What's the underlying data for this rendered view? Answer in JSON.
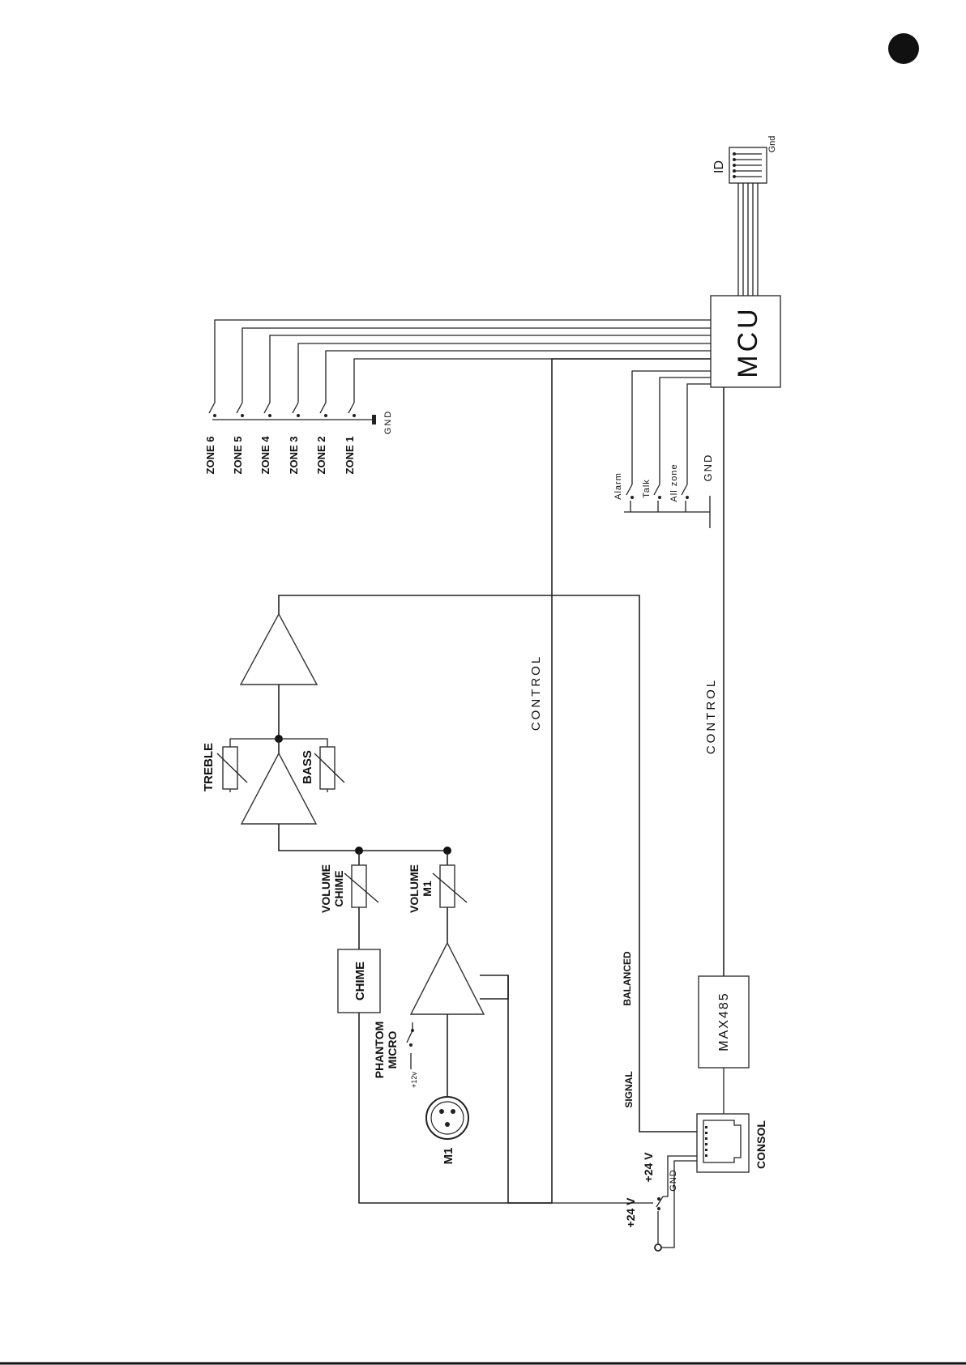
{
  "page": {
    "background": "#ffffff",
    "line_color": "#222222",
    "corner_marker_icon": "filled-circle-marker"
  },
  "labels": {
    "mcu": "MCU",
    "id": "ID",
    "id_gnd": "Gnd",
    "gnd_zone": "GND",
    "zones": [
      "ZONE 6",
      "ZONE 5",
      "ZONE 4",
      "ZONE 3",
      "ZONE 2",
      "ZONE 1"
    ],
    "control_switches": [
      "Alarm",
      "Talk",
      "All zone"
    ],
    "gnd_control": "GND",
    "control_1": "CONTROL",
    "control_2": "CONTROL",
    "treble": "TREBLE",
    "bass": "BASS",
    "volume_chime": [
      "VOLUME",
      "CHIME"
    ],
    "volume_m1": [
      "VOLUME",
      "M1"
    ],
    "chime": "CHIME",
    "phantom_micro": [
      "PHANTOM",
      "MICRO"
    ],
    "plus_12v": "+12v",
    "m1": "M1",
    "balanced": "BALANCED",
    "signal": "SIGNAL",
    "max485": "MAX485",
    "plus_24v_in": "+24 V",
    "plus_24v_consol": "+24 V",
    "gnd_consol": "GND",
    "consol": "CONSOL"
  }
}
